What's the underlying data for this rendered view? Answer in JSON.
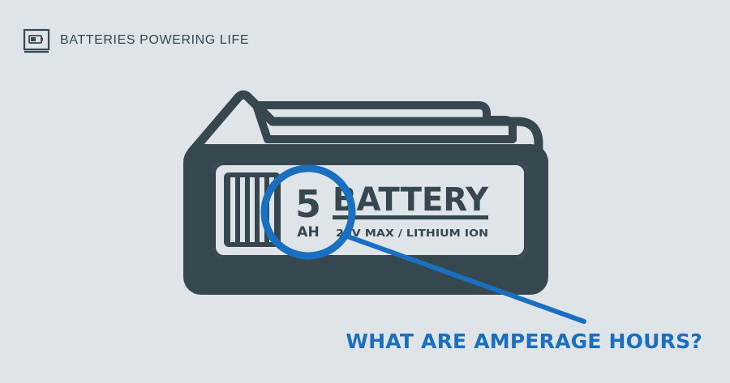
{
  "brand": {
    "name": "BATTERIES POWERING LIFE",
    "icon": "battery-logo-icon"
  },
  "battery_label": {
    "capacity_value": "5",
    "capacity_unit": "AH",
    "word": "BATTERY",
    "specs": "20V MAX / LITHIUM ION"
  },
  "headline": "WHAT ARE AMPERAGE HOURS?",
  "colors": {
    "background": "#dfe4e8",
    "dark": "#36474f",
    "accent": "#1a6fc0"
  }
}
